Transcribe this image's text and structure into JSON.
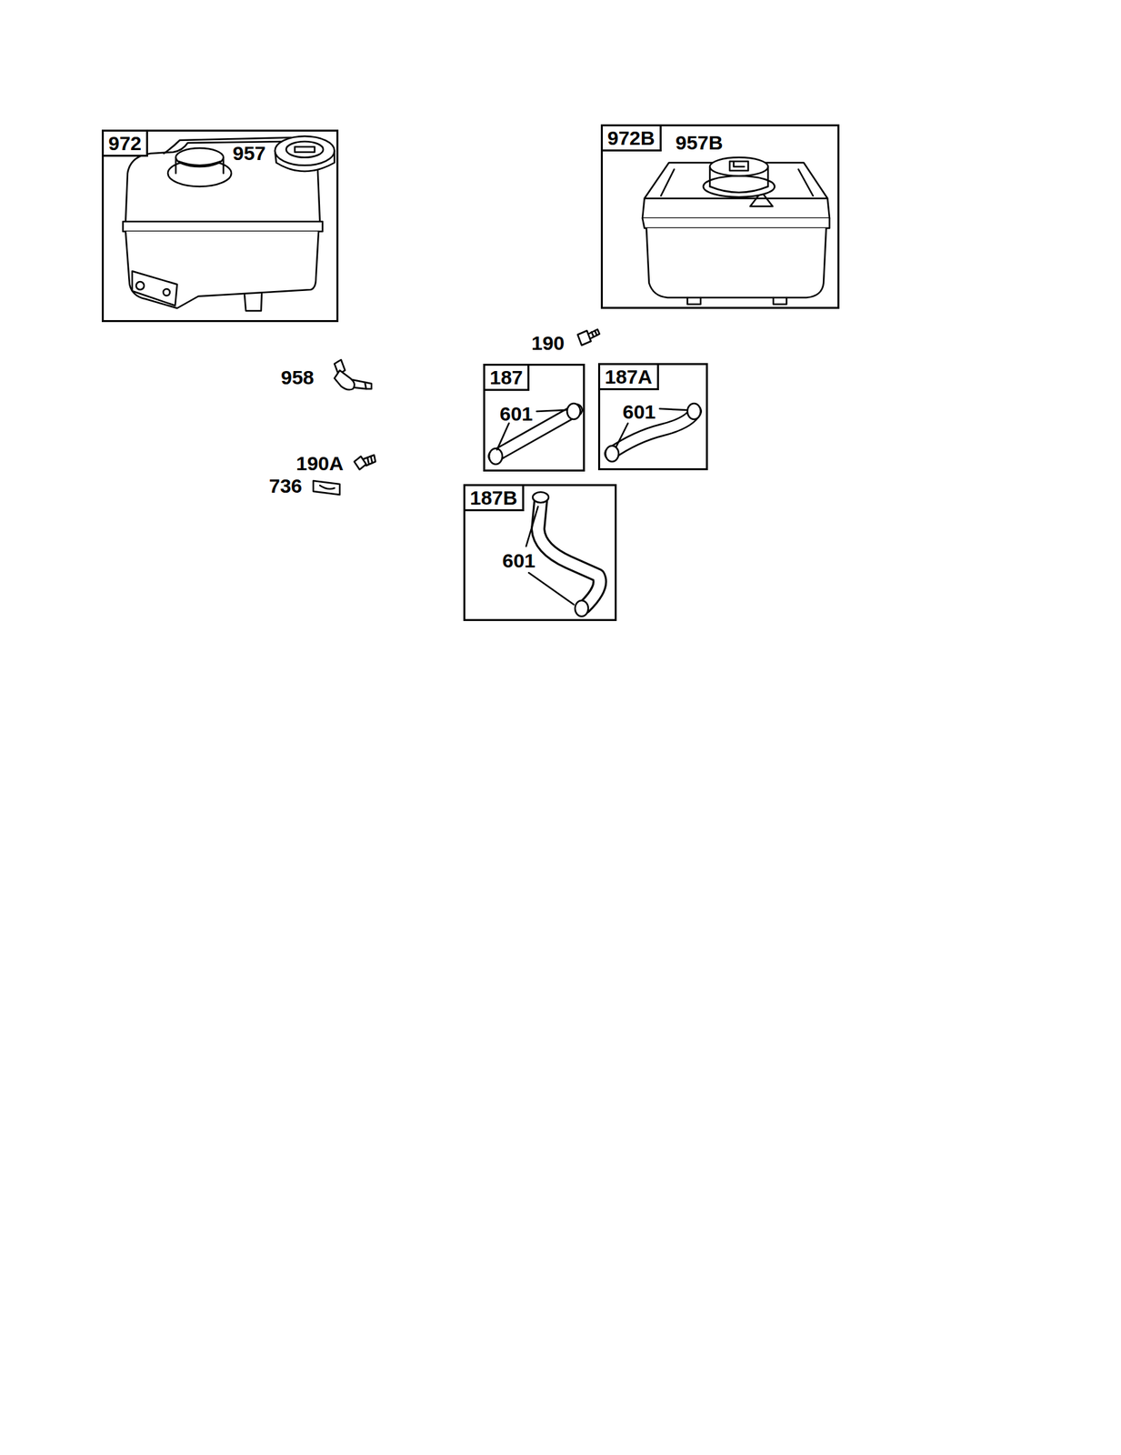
{
  "diagram": {
    "nodes": [
      {
        "text": [
          "972",
          "957"
        ]
      },
      {
        "text": [
          "972B",
          "957B"
        ]
      },
      {
        "text": [
          "187",
          "601"
        ]
      },
      {
        "text": [
          "187A",
          "601"
        ]
      },
      {
        "text": [
          "187B",
          "601"
        ]
      }
    ],
    "labels": [
      "190",
      "958",
      "190A",
      "736"
    ]
  }
}
